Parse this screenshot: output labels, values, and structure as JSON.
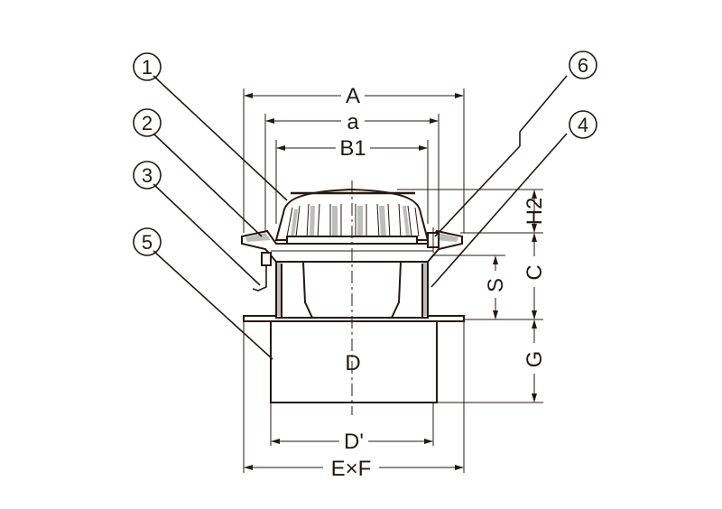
{
  "dimensions": {
    "A": "A",
    "a": "a",
    "B1": "B1",
    "H2": "H2",
    "C": "C",
    "S": "S",
    "G": "G",
    "D": "D",
    "D_prime": "D'",
    "ExF": "E×F"
  },
  "callouts": {
    "c1": "1",
    "c2": "2",
    "c3": "3",
    "c4": "4",
    "c5": "5",
    "c6": "6"
  }
}
